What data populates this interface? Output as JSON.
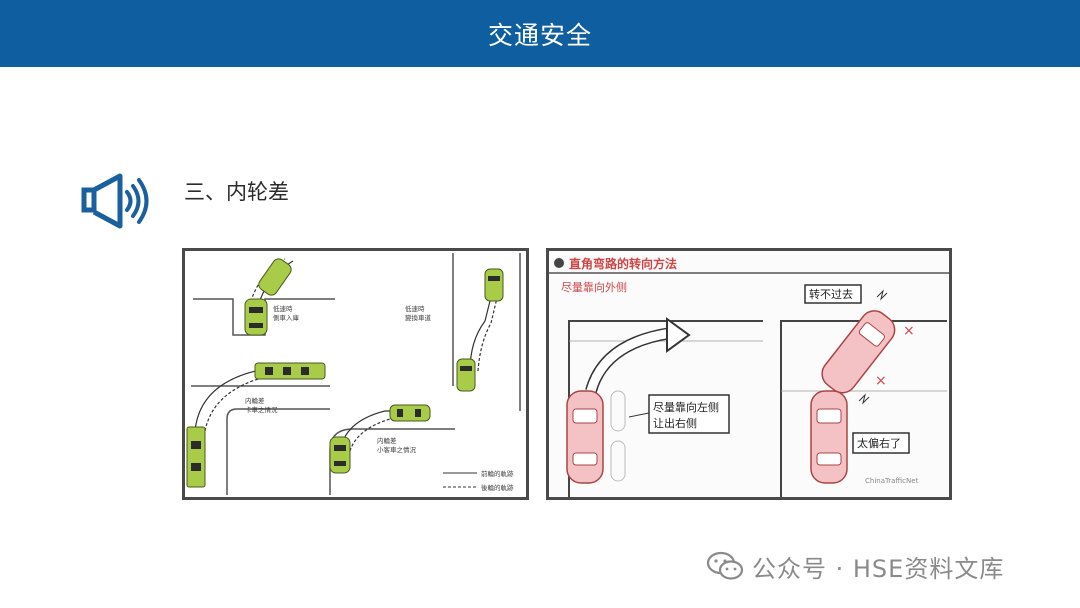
{
  "header": {
    "title": "交通安全"
  },
  "section": {
    "title": "三、内轮差",
    "icon": "speaker-icon"
  },
  "left_diagram": {
    "labels": {
      "turn_enter": [
        "低速時",
        "側車入庫"
      ],
      "lane_change": [
        "低速時",
        "變換車道"
      ],
      "truck": [
        "内輪差",
        "卡車之情況"
      ],
      "car": [
        "内輪差",
        "小客車之情況"
      ],
      "legend_front": "前輪的軌跡",
      "legend_rear": "後輪的軌跡"
    }
  },
  "right_diagram": {
    "title": "直角弯路的转向方法",
    "subtitle": "尽量靠向外侧",
    "callout_left": [
      "尽量靠向左侧",
      "让出右侧"
    ],
    "callout_top": "转不过去",
    "callout_bottom": "太偏右了",
    "stamp_text": "ChinaTrafficNet"
  },
  "watermark": {
    "text": "公众号 · HSE资料文库",
    "icon": "wechat-icon"
  },
  "colors": {
    "header": "#0f5fa0",
    "icon_blue": "#1a5f9e",
    "diagram_title_red": "#d24545",
    "car_pink": "#f4c2c4",
    "car_green": "#a8cc48"
  }
}
